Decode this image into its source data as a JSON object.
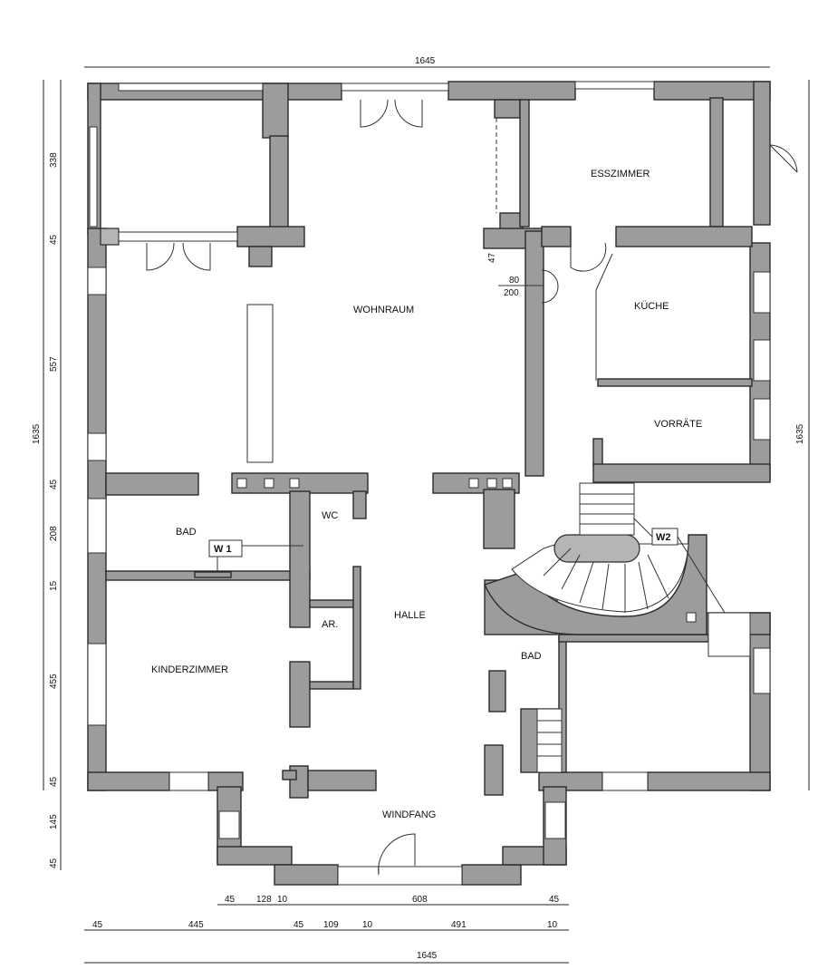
{
  "rooms": {
    "esszimmer": "ESSZIMMER",
    "wohnraum": "WOHNRAUM",
    "kueche": "KÜCHE",
    "vorraete": "VORRÄTE",
    "bad_left": "BAD",
    "wc": "WC",
    "halle": "HALLE",
    "ar": "AR.",
    "kinderzimmer": "KINDERZIMMER",
    "bad_right": "BAD",
    "windfang": "WINDFANG"
  },
  "labels": {
    "w1": "W 1",
    "w2": "W2",
    "door_width": "80",
    "door_height": "200",
    "small_dim": "47"
  },
  "dimensions": {
    "top_total": "1645",
    "bottom_total": "1645",
    "right_total": "1635",
    "left_total": "1635",
    "left_segments": [
      "338",
      "45",
      "557",
      "45",
      "208",
      "15",
      "455",
      "45",
      "145",
      "45"
    ],
    "bottom_row1": [
      "45",
      "128",
      "10",
      "608",
      "45"
    ],
    "bottom_row2": [
      "45",
      "445",
      "45",
      "109",
      "10",
      "491",
      "10"
    ]
  }
}
